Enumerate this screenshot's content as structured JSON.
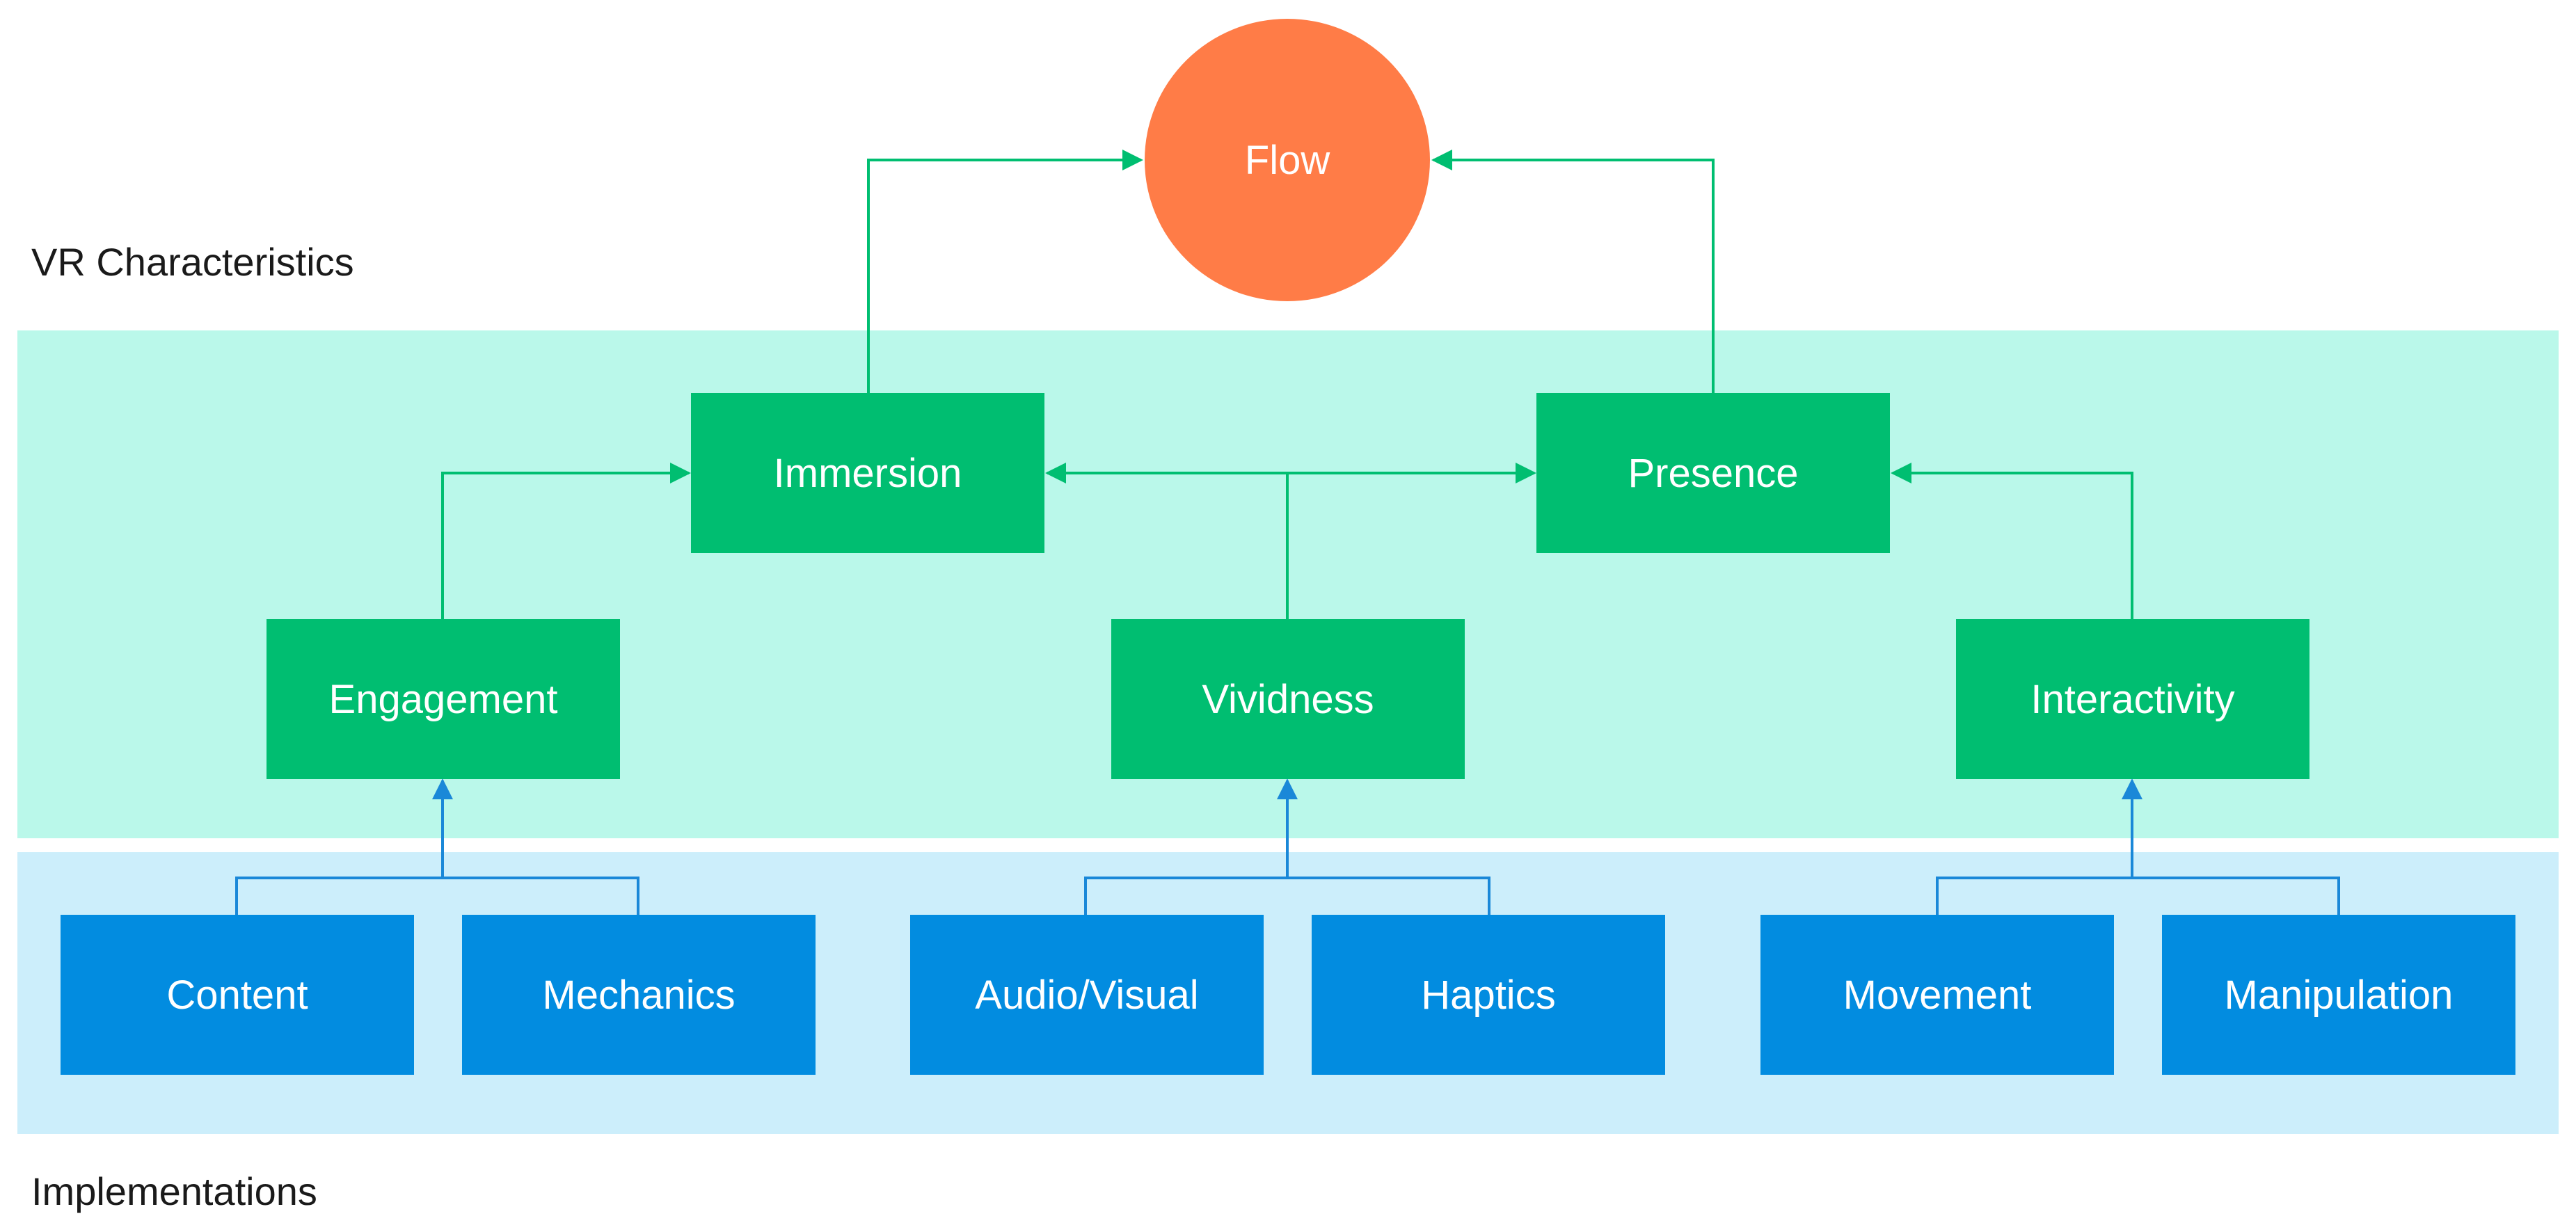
{
  "sections": {
    "characteristics_label": "VR Characteristics",
    "implementations_label": "Implementations"
  },
  "flow": {
    "label": "Flow"
  },
  "characteristics": {
    "immersion": "Immersion",
    "presence": "Presence",
    "engagement": "Engagement",
    "vividness": "Vividness",
    "interactivity": "Interactivity"
  },
  "implementations": {
    "content": "Content",
    "mechanics": "Mechanics",
    "audio_visual": "Audio/Visual",
    "haptics": "Haptics",
    "movement": "Movement",
    "manipulation": "Manipulation"
  },
  "colors": {
    "flow_fill": "#FF7C47",
    "characteristics_band": "#BAF8EA",
    "implementations_band": "#CCEEFB",
    "characteristic_node": "#00BE71",
    "implementation_node": "#028CE0",
    "green_connector": "#00BE71",
    "blue_connector": "#1A88D8"
  }
}
